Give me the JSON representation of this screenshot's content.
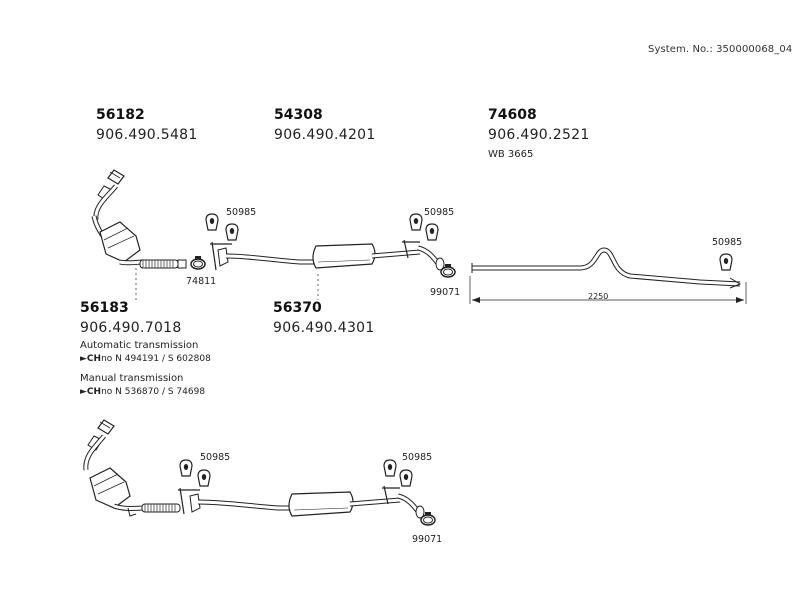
{
  "system_no": "System. No.: 350000068_04",
  "parts": {
    "p56182": {
      "num": "56182",
      "oem": "906.490.5481"
    },
    "p54308": {
      "num": "54308",
      "oem": "906.490.4201"
    },
    "p74608": {
      "num": "74608",
      "oem": "906.490.2521",
      "note": "WB 3665"
    },
    "p56183": {
      "num": "56183",
      "oem": "906.490.7018"
    },
    "p56370": {
      "num": "56370",
      "oem": "906.490.4301"
    }
  },
  "labels": {
    "hanger_a": "50985",
    "hanger_b": "50985",
    "hanger_c": "50985",
    "hanger_d": "50985",
    "hanger_e": "50985",
    "clamp_top": "74811",
    "clamp_mid": "99071",
    "clamp_bottom": "99071",
    "dimension": "2250"
  },
  "transmission": {
    "automatic": "Automatic transmission",
    "automatic_chno": "N 494191 / S 602808",
    "manual": "Manual transmission",
    "manual_chno": "N 536870 / S 74698",
    "chno_prefix": "CH",
    "chno_suffix": "no"
  }
}
